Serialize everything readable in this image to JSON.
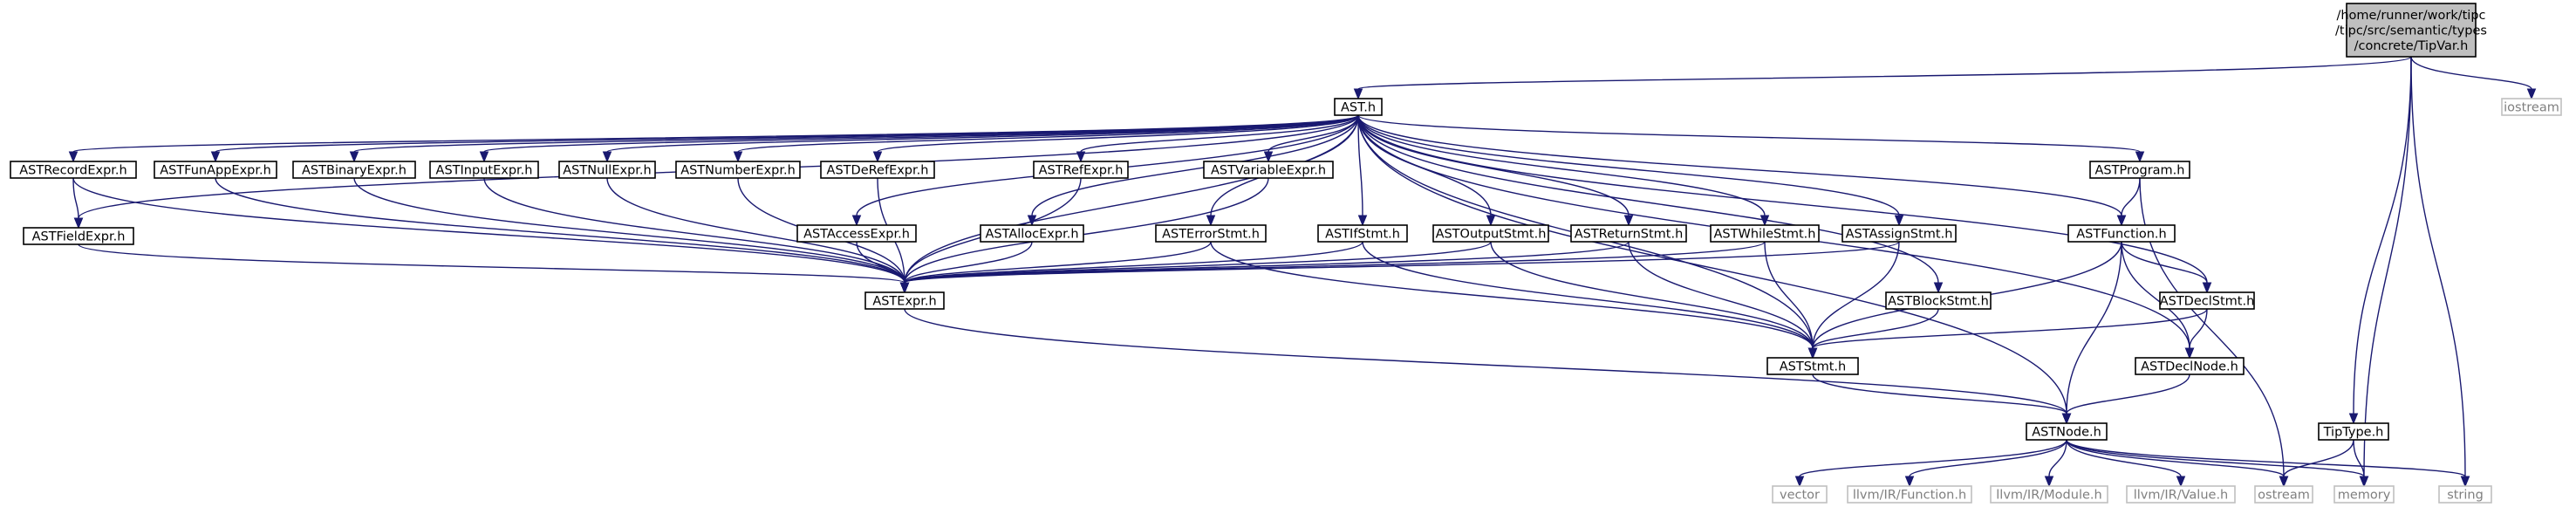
{
  "graph": {
    "type": "include-dependency-graph",
    "colors": {
      "edge": "#191970",
      "root_fill": "#bfbfbf",
      "node_border": "#000000",
      "external_border": "#bfbfbf",
      "external_text": "#7f7f7f"
    },
    "nodes": [
      {
        "id": "root",
        "kind": "root",
        "lines": [
          "/home/runner/work/tipc",
          "/tipc/src/semantic/types",
          "/concrete/TipVar.h"
        ]
      },
      {
        "id": "ast",
        "kind": "internal",
        "lines": [
          "AST.h"
        ]
      },
      {
        "id": "iostream",
        "kind": "external",
        "lines": [
          "iostream"
        ]
      },
      {
        "id": "recordexpr",
        "kind": "internal",
        "lines": [
          "ASTRecordExpr.h"
        ]
      },
      {
        "id": "funappexpr",
        "kind": "internal",
        "lines": [
          "ASTFunAppExpr.h"
        ]
      },
      {
        "id": "binaryexpr",
        "kind": "internal",
        "lines": [
          "ASTBinaryExpr.h"
        ]
      },
      {
        "id": "inputexpr",
        "kind": "internal",
        "lines": [
          "ASTInputExpr.h"
        ]
      },
      {
        "id": "nullexpr",
        "kind": "internal",
        "lines": [
          "ASTNullExpr.h"
        ]
      },
      {
        "id": "numberexpr",
        "kind": "internal",
        "lines": [
          "ASTNumberExpr.h"
        ]
      },
      {
        "id": "derefexpr",
        "kind": "internal",
        "lines": [
          "ASTDeRefExpr.h"
        ]
      },
      {
        "id": "refexpr",
        "kind": "internal",
        "lines": [
          "ASTRefExpr.h"
        ]
      },
      {
        "id": "variableexpr",
        "kind": "internal",
        "lines": [
          "ASTVariableExpr.h"
        ]
      },
      {
        "id": "program",
        "kind": "internal",
        "lines": [
          "ASTProgram.h"
        ]
      },
      {
        "id": "fieldexpr",
        "kind": "internal",
        "lines": [
          "ASTFieldExpr.h"
        ]
      },
      {
        "id": "accessexpr",
        "kind": "internal",
        "lines": [
          "ASTAccessExpr.h"
        ]
      },
      {
        "id": "allocexpr",
        "kind": "internal",
        "lines": [
          "ASTAllocExpr.h"
        ]
      },
      {
        "id": "errorstmt",
        "kind": "internal",
        "lines": [
          "ASTErrorStmt.h"
        ]
      },
      {
        "id": "ifstmt",
        "kind": "internal",
        "lines": [
          "ASTIfStmt.h"
        ]
      },
      {
        "id": "outputstmt",
        "kind": "internal",
        "lines": [
          "ASTOutputStmt.h"
        ]
      },
      {
        "id": "returnstmt",
        "kind": "internal",
        "lines": [
          "ASTReturnStmt.h"
        ]
      },
      {
        "id": "whilestmt",
        "kind": "internal",
        "lines": [
          "ASTWhileStmt.h"
        ]
      },
      {
        "id": "assignstmt",
        "kind": "internal",
        "lines": [
          "ASTAssignStmt.h"
        ]
      },
      {
        "id": "function",
        "kind": "internal",
        "lines": [
          "ASTFunction.h"
        ]
      },
      {
        "id": "expr",
        "kind": "internal",
        "lines": [
          "ASTExpr.h"
        ]
      },
      {
        "id": "blockstmt",
        "kind": "internal",
        "lines": [
          "ASTBlockStmt.h"
        ]
      },
      {
        "id": "declstmt",
        "kind": "internal",
        "lines": [
          "ASTDeclStmt.h"
        ]
      },
      {
        "id": "stmt",
        "kind": "internal",
        "lines": [
          "ASTStmt.h"
        ]
      },
      {
        "id": "declnode",
        "kind": "internal",
        "lines": [
          "ASTDeclNode.h"
        ]
      },
      {
        "id": "node",
        "kind": "internal",
        "lines": [
          "ASTNode.h"
        ]
      },
      {
        "id": "tiptype",
        "kind": "internal",
        "lines": [
          "TipType.h"
        ]
      },
      {
        "id": "vector",
        "kind": "external",
        "lines": [
          "vector"
        ]
      },
      {
        "id": "llvmfunction",
        "kind": "external",
        "lines": [
          "llvm/IR/Function.h"
        ]
      },
      {
        "id": "llvmmodule",
        "kind": "external",
        "lines": [
          "llvm/IR/Module.h"
        ]
      },
      {
        "id": "llvmvalue",
        "kind": "external",
        "lines": [
          "llvm/IR/Value.h"
        ]
      },
      {
        "id": "ostream",
        "kind": "external",
        "lines": [
          "ostream"
        ]
      },
      {
        "id": "memory",
        "kind": "external",
        "lines": [
          "memory"
        ]
      },
      {
        "id": "string",
        "kind": "external",
        "lines": [
          "string"
        ]
      }
    ],
    "edges": [
      [
        "root",
        "ast"
      ],
      [
        "root",
        "iostream"
      ],
      [
        "root",
        "tiptype"
      ],
      [
        "root",
        "memory"
      ],
      [
        "root",
        "string"
      ],
      [
        "ast",
        "recordexpr"
      ],
      [
        "ast",
        "funappexpr"
      ],
      [
        "ast",
        "binaryexpr"
      ],
      [
        "ast",
        "inputexpr"
      ],
      [
        "ast",
        "nullexpr"
      ],
      [
        "ast",
        "numberexpr"
      ],
      [
        "ast",
        "derefexpr"
      ],
      [
        "ast",
        "refexpr"
      ],
      [
        "ast",
        "variableexpr"
      ],
      [
        "ast",
        "program"
      ],
      [
        "ast",
        "fieldexpr"
      ],
      [
        "ast",
        "accessexpr"
      ],
      [
        "ast",
        "allocexpr"
      ],
      [
        "ast",
        "errorstmt"
      ],
      [
        "ast",
        "ifstmt"
      ],
      [
        "ast",
        "outputstmt"
      ],
      [
        "ast",
        "returnstmt"
      ],
      [
        "ast",
        "whilestmt"
      ],
      [
        "ast",
        "assignstmt"
      ],
      [
        "ast",
        "blockstmt"
      ],
      [
        "ast",
        "function"
      ],
      [
        "ast",
        "declstmt"
      ],
      [
        "ast",
        "declnode"
      ],
      [
        "ast",
        "expr"
      ],
      [
        "ast",
        "stmt"
      ],
      [
        "ast",
        "node"
      ],
      [
        "recordexpr",
        "fieldexpr"
      ],
      [
        "recordexpr",
        "expr"
      ],
      [
        "funappexpr",
        "expr"
      ],
      [
        "binaryexpr",
        "expr"
      ],
      [
        "inputexpr",
        "expr"
      ],
      [
        "nullexpr",
        "expr"
      ],
      [
        "numberexpr",
        "expr"
      ],
      [
        "derefexpr",
        "expr"
      ],
      [
        "refexpr",
        "expr"
      ],
      [
        "variableexpr",
        "expr"
      ],
      [
        "fieldexpr",
        "expr"
      ],
      [
        "accessexpr",
        "expr"
      ],
      [
        "allocexpr",
        "expr"
      ],
      [
        "errorstmt",
        "expr"
      ],
      [
        "errorstmt",
        "stmt"
      ],
      [
        "ifstmt",
        "expr"
      ],
      [
        "ifstmt",
        "stmt"
      ],
      [
        "outputstmt",
        "expr"
      ],
      [
        "outputstmt",
        "stmt"
      ],
      [
        "returnstmt",
        "expr"
      ],
      [
        "returnstmt",
        "stmt"
      ],
      [
        "whilestmt",
        "expr"
      ],
      [
        "whilestmt",
        "stmt"
      ],
      [
        "assignstmt",
        "expr"
      ],
      [
        "assignstmt",
        "stmt"
      ],
      [
        "program",
        "function"
      ],
      [
        "program",
        "ostream"
      ],
      [
        "function",
        "declstmt"
      ],
      [
        "function",
        "declnode"
      ],
      [
        "function",
        "stmt"
      ],
      [
        "function",
        "node"
      ],
      [
        "blockstmt",
        "stmt"
      ],
      [
        "declstmt",
        "declnode"
      ],
      [
        "declstmt",
        "stmt"
      ],
      [
        "expr",
        "node"
      ],
      [
        "stmt",
        "node"
      ],
      [
        "declnode",
        "node"
      ],
      [
        "node",
        "vector"
      ],
      [
        "node",
        "llvmfunction"
      ],
      [
        "node",
        "llvmmodule"
      ],
      [
        "node",
        "llvmvalue"
      ],
      [
        "node",
        "ostream"
      ],
      [
        "node",
        "memory"
      ],
      [
        "node",
        "string"
      ],
      [
        "tiptype",
        "ostream"
      ],
      [
        "tiptype",
        "memory"
      ]
    ]
  }
}
